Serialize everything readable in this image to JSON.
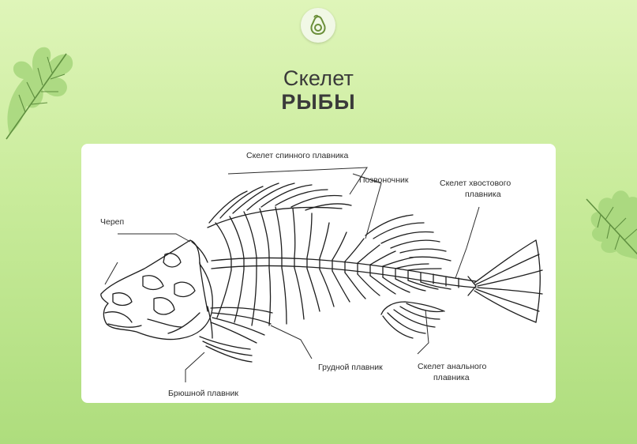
{
  "title": {
    "line1": "Скелет",
    "line2": "РЫБЫ"
  },
  "diagram": {
    "labels": {
      "dorsal_fin": "Скелет спинного плавника",
      "spine": "Позвоночник",
      "tail_fin_line1": "Скелет хвостового",
      "tail_fin_line2": "плавника",
      "skull": "Череп",
      "pectoral_fin": "Грудной плавник",
      "anal_fin_line1": "Скелет анального",
      "anal_fin_line2": "плавника",
      "ventral_fin": "Брюшной плавник"
    }
  },
  "icons": {
    "logo": "avocado-icon",
    "decor": "oak-leaf-icon"
  },
  "colors": {
    "background": "#c8eb9a",
    "card": "#ffffff",
    "leaf": "#a9d97f",
    "title": "#3a3a3a"
  }
}
